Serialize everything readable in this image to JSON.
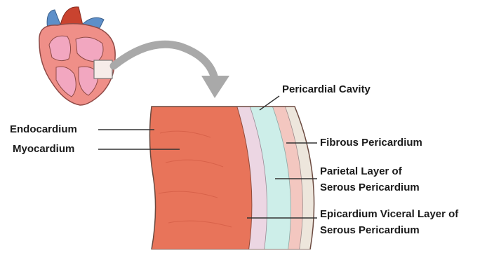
{
  "labels": {
    "pericardial_cavity": "Pericardial Cavity",
    "endocardium": "Endocardium",
    "myocardium": "Myocardium",
    "fibrous_pericardium": "Fibrous Pericardium",
    "parietal_layer_line1": "Parietal Layer of",
    "parietal_layer_line2": "Serous Pericardium",
    "epicardium_line1": "Epicardium Viceral Layer of",
    "epicardium_line2": "Serous Pericardium"
  },
  "colors": {
    "myocardium": "#e8745a",
    "epicardium": "#ecd6e3",
    "pericardial_cavity": "#cdeee9",
    "parietal_layer": "#f3c7c0",
    "fibrous_pericardium": "#ede6dc",
    "heart_body": "#ef8f88",
    "heart_chamber": "#f2a7c0",
    "aorta": "#c9432f",
    "vena_cava": "#5d8fc9",
    "arrow": "#a9a9a9",
    "leader_line": "#333333"
  },
  "icons": {
    "heart": "heart-illustration-icon",
    "zoom_arrow": "curved-arrow-icon",
    "zoom_box": "magnify-box-icon"
  }
}
